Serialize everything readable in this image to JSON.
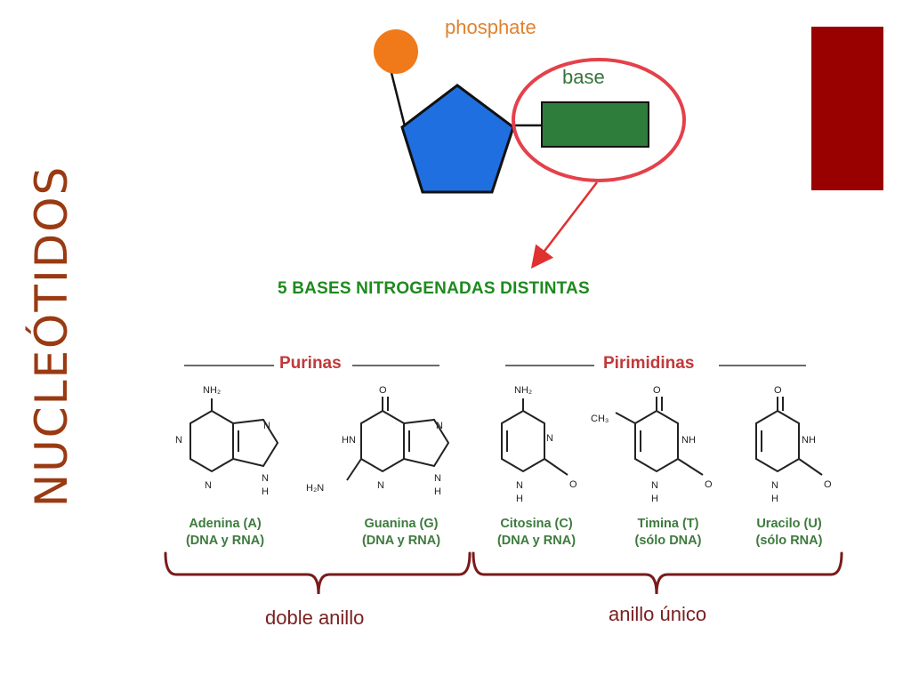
{
  "slide": {
    "title": "NUCLEÓTIDOS",
    "accent_color": "#990000"
  },
  "nucleotide": {
    "phosphate_label": "phosphate",
    "base_label": "base",
    "phosphate_color": "#f07a1a",
    "sugar_color": "#1f6fe0",
    "base_color": "#2f7d3a",
    "highlight_color": "#e4414b"
  },
  "headline": "5 BASES NITROGENADAS DISTINTAS",
  "groups": {
    "purinas": "Purinas",
    "pirimidinas": "Pirimidinas"
  },
  "bases": [
    {
      "name": "Adenina  (A)",
      "sub": "(DNA y RNA)"
    },
    {
      "name": "Guanina  (G)",
      "sub": "(DNA y RNA)"
    },
    {
      "name": "Citosina  (C)",
      "sub": "(DNA y RNA)"
    },
    {
      "name": "Timina  (T)",
      "sub": "(sólo DNA)"
    },
    {
      "name": "Uracilo  (U)",
      "sub": "(sólo RNA)"
    }
  ],
  "brackets": {
    "left": "doble anillo",
    "right": "anillo único"
  },
  "atoms": {
    "nh2": "NH₂",
    "h2n": "H₂N",
    "n": "N",
    "h": "H",
    "o": "O",
    "hn": "HN",
    "nh": "NH",
    "ch3": "CH₃"
  }
}
